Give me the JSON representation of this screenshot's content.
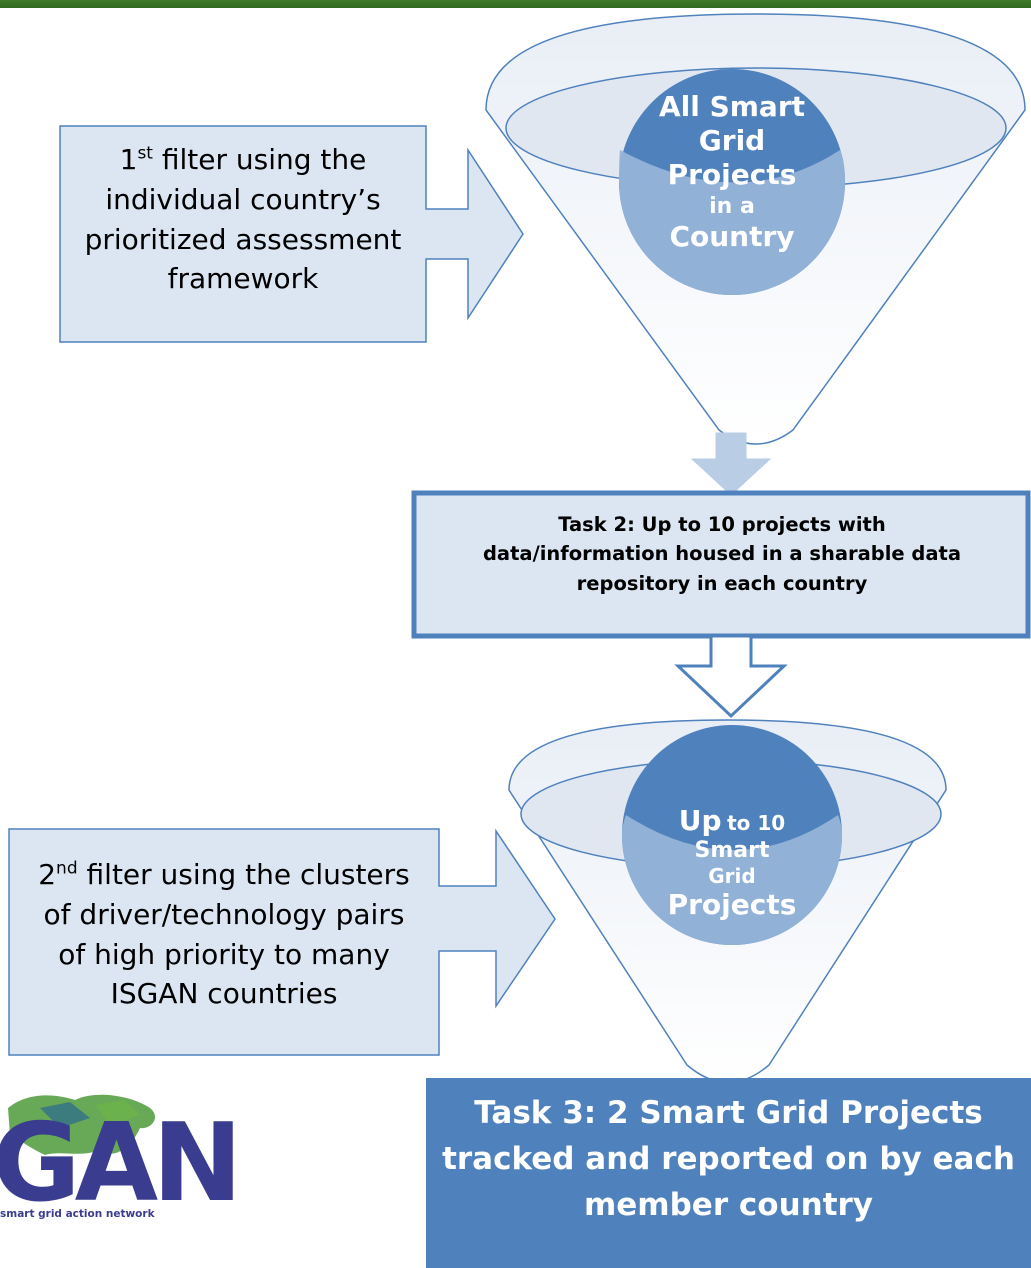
{
  "funnel_top": {
    "lines": [
      "All Smart",
      "Grid",
      "Projects",
      "in a",
      "Country"
    ]
  },
  "filter1": {
    "ordinal": "1",
    "ordinal_suffix": "st",
    "line1_rest": " filter using the",
    "lines": [
      "individual country’s",
      "prioritized assessment",
      "framework"
    ]
  },
  "task2": {
    "lines": [
      "Task 2:  Up to 10 projects with",
      "data/information housed in a sharable data",
      "repository in each country"
    ]
  },
  "funnel_bottom": {
    "lines": [
      "Up",
      "to 10",
      "Smart",
      "Grid",
      "Projects"
    ]
  },
  "filter2": {
    "ordinal": "2",
    "ordinal_suffix": "nd",
    "line1_rest": " filter using the clusters",
    "lines": [
      "of driver/technology pairs",
      "of high priority to many",
      "ISGAN countries"
    ]
  },
  "task3": {
    "lines": [
      "Task 3:  2 Smart Grid Projects",
      "tracked and reported on by each",
      "member country"
    ]
  },
  "logo": {
    "wordmark": "GAN",
    "tagline": "smart grid action network"
  },
  "colors": {
    "top_bar": "#3a7527",
    "box_fill": "#dce6f2",
    "box_border": "#4f81bd",
    "circle": "#4f81bd",
    "arrow_fill": "#b9cde5",
    "task3_fill": "#4f81bd",
    "logo": "#3a3d8f"
  }
}
